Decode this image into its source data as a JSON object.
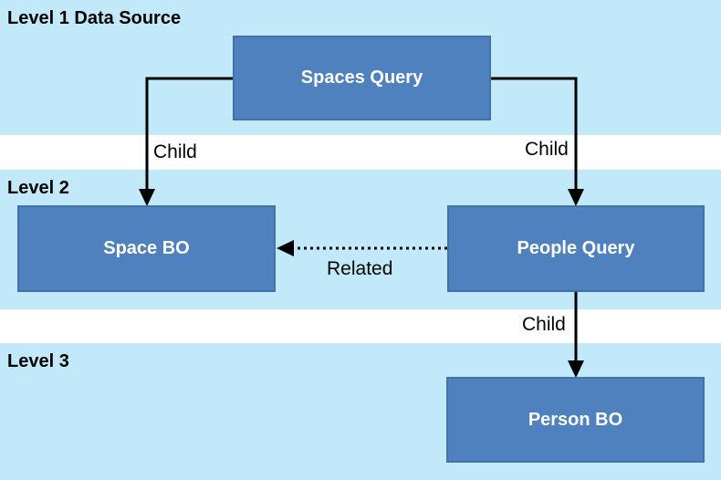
{
  "diagram": {
    "levels": [
      {
        "label": "Level 1 Data Source"
      },
      {
        "label": "Level 2"
      },
      {
        "label": "Level 3"
      }
    ],
    "nodes": [
      {
        "id": "spaces-query",
        "label": "Spaces Query",
        "level": 1
      },
      {
        "id": "space-bo",
        "label": "Space BO",
        "level": 2
      },
      {
        "id": "people-query",
        "label": "People Query",
        "level": 2
      },
      {
        "id": "person-bo",
        "label": "Person BO",
        "level": 3
      }
    ],
    "edges": [
      {
        "from": "spaces-query",
        "to": "space-bo",
        "label": "Child",
        "style": "solid"
      },
      {
        "from": "spaces-query",
        "to": "people-query",
        "label": "Child",
        "style": "solid"
      },
      {
        "from": "people-query",
        "to": "space-bo",
        "label": "Related",
        "style": "dotted"
      },
      {
        "from": "people-query",
        "to": "person-bo",
        "label": "Child",
        "style": "solid"
      }
    ],
    "colors": {
      "band": "#c2e9f9",
      "node_fill": "#4e81bd",
      "node_border": "#4173a9",
      "node_text": "#ffffff",
      "edge": "#000000",
      "label_text": "#000000",
      "background": "#ffffff"
    }
  }
}
